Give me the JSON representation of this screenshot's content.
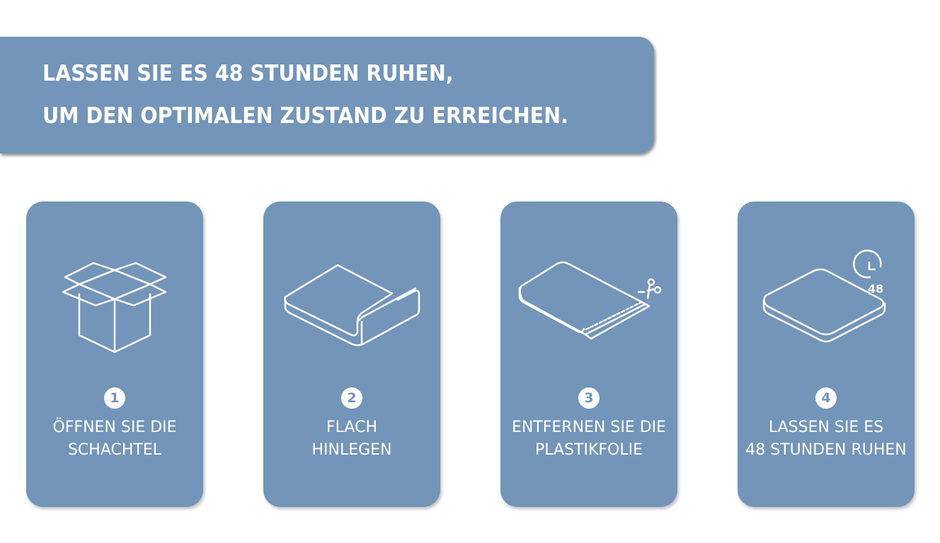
{
  "banner": {
    "line1": "LASSEN SIE ES 48 STUNDEN RUHEN,",
    "line2": "UM DEN OPTIMALEN ZUSTAND ZU ERREICHEN."
  },
  "colors": {
    "accent": "#7295b9",
    "text": "#ffffff",
    "background": "#ffffff"
  },
  "steps": [
    {
      "number": "1",
      "icon": "open-box-icon",
      "line1": "ÖFFNEN SIE DIE",
      "line2": "SCHACHTEL"
    },
    {
      "number": "2",
      "icon": "flat-mattress-icon",
      "line1": "FLACH",
      "line2": "HINLEGEN"
    },
    {
      "number": "3",
      "icon": "cut-plastic-icon",
      "line1": "ENTFERNEN SIE DIE",
      "line2": "PLASTIKFOLIE"
    },
    {
      "number": "4",
      "icon": "mattress-clock-icon",
      "line1": "LASSEN SIE ES",
      "line2": "48 STUNDEN RUHEN",
      "clock_label": "48"
    }
  ]
}
